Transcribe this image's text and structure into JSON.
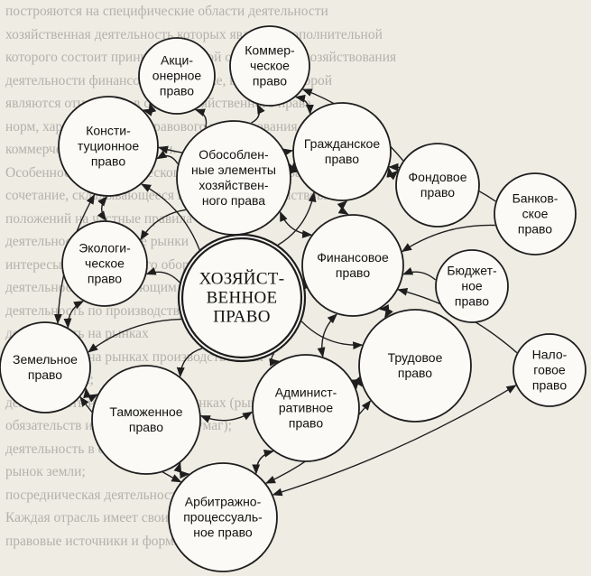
{
  "background_text": [
    "построяются на специфические области деятельности",
    "хозяйственная деятельность которых является дополнительной",
    "которого состоит принцип правовой организации хозяйствования",
    "деятельности финансов в экономике, в рамках которой",
    "являются отношения в сфере хозяйственного права",
    "норм, характерных для правового регулирования",
    "коммерческой деятельности.",
    "Особенностью коммерческого права является правовое",
    "сочетание, складывающееся в отношении хозяйствования",
    "положений на частные правила",
    "деятельность, товарные рынки",
    "интересы хозяйственного оборота",
    "деятельность по следующим",
    "деятельность по производству товаров,",
    "деятельность на рынках",
    "деятельность на рынках производственных",
    "коммерческих;",
    "деятельность на финансовых рынках (рынке",
    "обязательств и других ценных бумаг);",
    "деятельность в области",
    "рынок земли;",
    "посредническая деятельность",
    "Каждая отрасль имеет свои правовые",
    "правовые источники и формы права"
  ],
  "nodes": {
    "center": "ХОЗЯЙСТ-\nВЕННОЕ\nПРАВО",
    "separated": "Обособлен-\nные элементы\nхозяйствен-\nного права",
    "joint_stock": "Акци-\nонерное\nправо",
    "commercial": "Коммер-\nческое\nправо",
    "constitutional": "Консти-\nтуционное\nправо",
    "civil": "Гражданское\nправо",
    "stock": "Фондовое\nправо",
    "banking": "Банков-\nское\nправо",
    "ecological": "Экологи-\nческое\nправо",
    "financial": "Финансовое\nправо",
    "budget": "Бюджет-\nное\nправо",
    "land": "Земельное\nправо",
    "tax": "Нало-\nговое\nправо",
    "labor": "Трудовое\nправо",
    "customs": "Таможенное\nправо",
    "administrative": "Админист-\nративное\nправо",
    "arbitration": "Арбитражно-\nпроцессуаль-\nное право"
  }
}
